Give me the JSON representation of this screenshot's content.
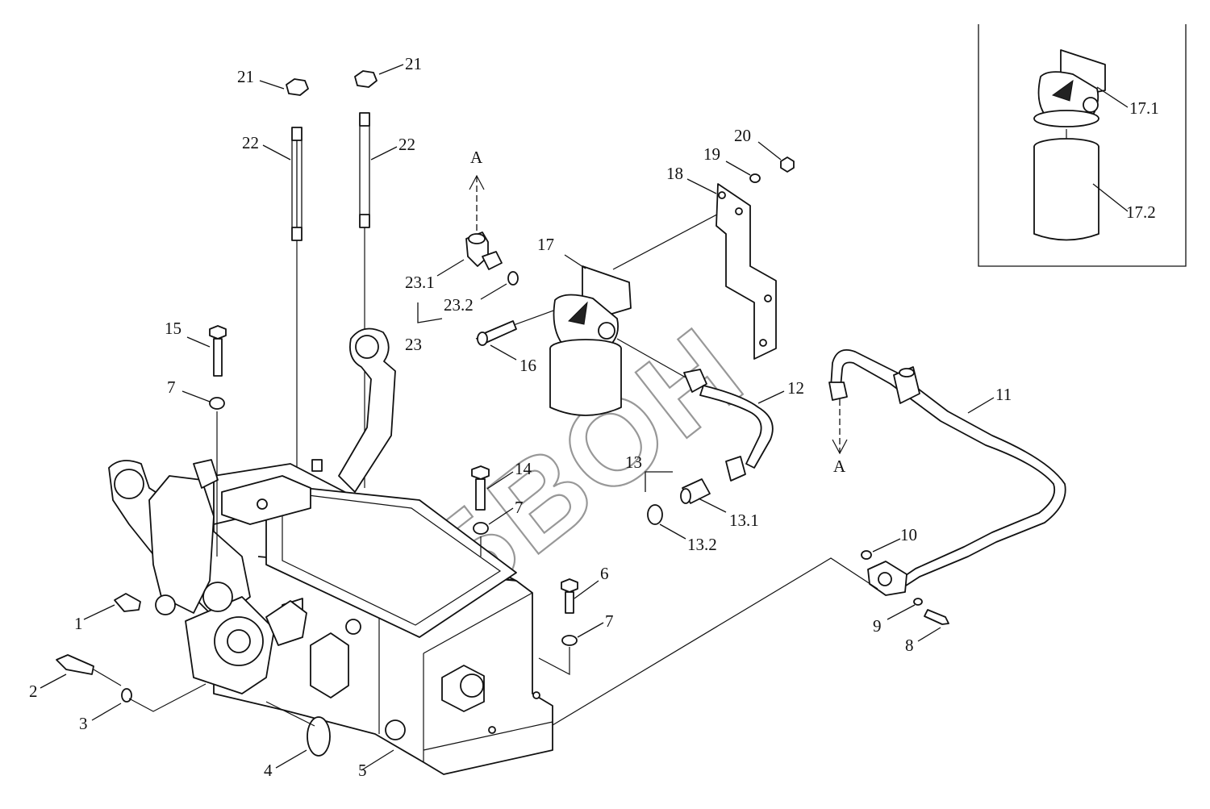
{
  "labels": {
    "l1": "1",
    "l2": "2",
    "l3": "3",
    "l4": "4",
    "l5": "5",
    "l6": "6",
    "l7a": "7",
    "l7b": "7",
    "l7c": "7",
    "l8": "8",
    "l9": "9",
    "l10": "10",
    "l11": "11",
    "l12": "12",
    "l13": "13",
    "l13_1": "13.1",
    "l13_2": "13.2",
    "l14": "14",
    "l15": "15",
    "l16": "16",
    "l17": "17",
    "l17_1": "17.1",
    "l17_2": "17.2",
    "l18": "18",
    "l19": "19",
    "l20": "20",
    "l21a": "21",
    "l21b": "21",
    "l22a": "22",
    "l22b": "22",
    "l23": "23",
    "l23_1": "23.1",
    "l23_2": "23.2",
    "view_a_top": "A",
    "view_a_bottom": "A"
  },
  "watermark": "ГУБВОН",
  "colors": {
    "line": "#111111",
    "background": "#ffffff",
    "watermark": "#444444"
  }
}
